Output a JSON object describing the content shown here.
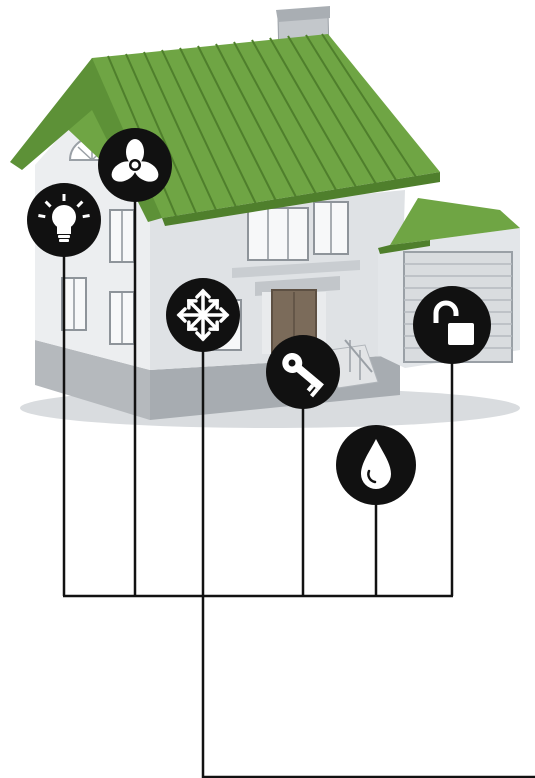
{
  "colors": {
    "background": "#ffffff",
    "roof": "#6fa544",
    "roof_dark": "#4f7f2c",
    "wall": "#e6e8ea",
    "wall_shade": "#c7cbcf",
    "wire": "#111111",
    "icon_fill": "#111111",
    "icon_glyph": "#ffffff"
  },
  "icons": [
    {
      "id": "light",
      "name": "lightbulb-icon"
    },
    {
      "id": "fan",
      "name": "fan-icon"
    },
    {
      "id": "climate",
      "name": "snowflake-icon"
    },
    {
      "id": "access",
      "name": "key-icon"
    },
    {
      "id": "water",
      "name": "water-drop-icon"
    },
    {
      "id": "security",
      "name": "open-padlock-icon"
    }
  ]
}
